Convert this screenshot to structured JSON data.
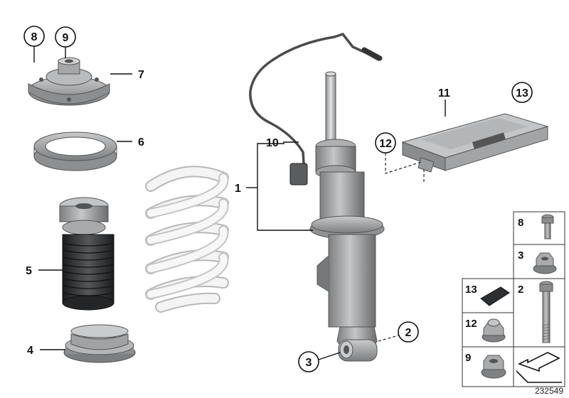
{
  "callouts": {
    "c1": "1",
    "c2": "2",
    "c3": "3",
    "c4": "4",
    "c5": "5",
    "c6": "6",
    "c7": "7",
    "c8": "8",
    "c9": "9",
    "c10": "10",
    "c11": "11",
    "c12": "12",
    "c13": "13"
  },
  "hardware_table": {
    "r8": "8",
    "r3": "3",
    "r2": "2",
    "r13": "13",
    "r12": "12",
    "r9": "9"
  },
  "diagram_id": "232549",
  "colors": {
    "part_grey": "#9ea0a2",
    "part_dark": "#6f7173",
    "boot_black": "#2e2f31",
    "spring_white": "#f3f3f3",
    "outline": "#111111"
  }
}
